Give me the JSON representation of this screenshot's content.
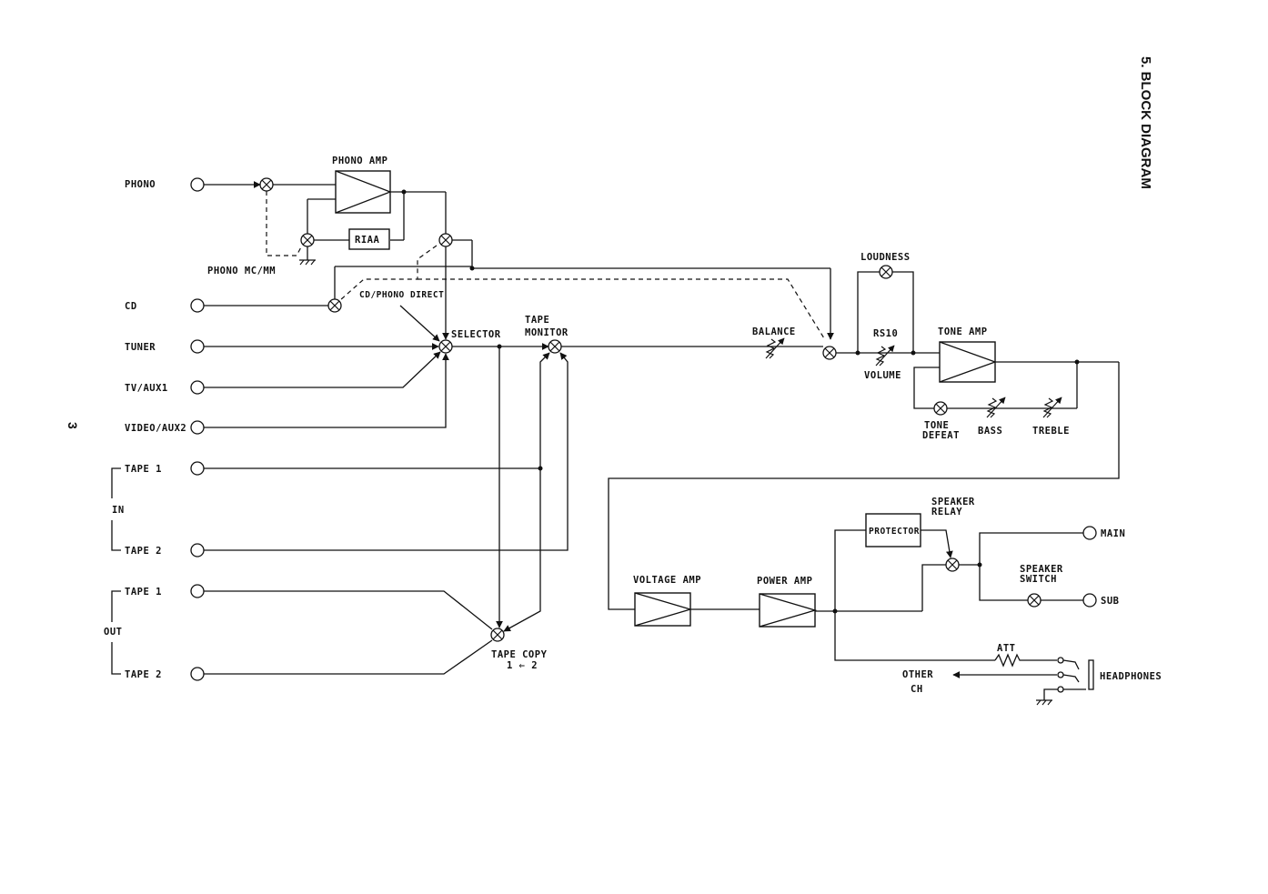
{
  "page": {
    "title": "5. BLOCK DIAGRAM",
    "page_number": "3"
  },
  "inputs": {
    "phono": "PHONO",
    "cd": "CD",
    "tuner": "TUNER",
    "tv_aux1": "TV/AUX1",
    "video_aux2": "VIDEO/AUX2",
    "tape_in_1": "TAPE 1",
    "tape_in_2": "TAPE 2",
    "in_group": "IN",
    "tape_out_1": "TAPE 1",
    "tape_out_2": "TAPE 2",
    "out_group": "OUT"
  },
  "blocks": {
    "phono_amp": "PHONO AMP",
    "riaa": "RIAA",
    "phono_mc_mm": "PHONO MC/MM",
    "cd_phono_direct": "CD/PHONO DIRECT",
    "selector": "SELECTOR",
    "tape_monitor_1": "TAPE",
    "tape_monitor_2": "MONITOR",
    "tape_copy_1": "TAPE COPY",
    "tape_copy_2": "1 ⇐ 2",
    "balance": "BALANCE",
    "loudness": "LOUDNESS",
    "rs10": "RS10",
    "volume": "VOLUME",
    "tone_amp": "TONE AMP",
    "tone_defeat_1": "TONE",
    "tone_defeat_2": "DEFEAT",
    "bass": "BASS",
    "treble": "TREBLE",
    "voltage_amp": "VOLTAGE AMP",
    "power_amp": "POWER AMP",
    "protector": "PROTECTOR",
    "speaker_relay_1": "SPEAKER",
    "speaker_relay_2": "RELAY",
    "speaker_switch_1": "SPEAKER",
    "speaker_switch_2": "SWITCH",
    "main": "MAIN",
    "sub": "SUB",
    "att": "ATT",
    "other_ch_1": "OTHER",
    "other_ch_2": "CH",
    "headphones": "HEADPHONES"
  }
}
